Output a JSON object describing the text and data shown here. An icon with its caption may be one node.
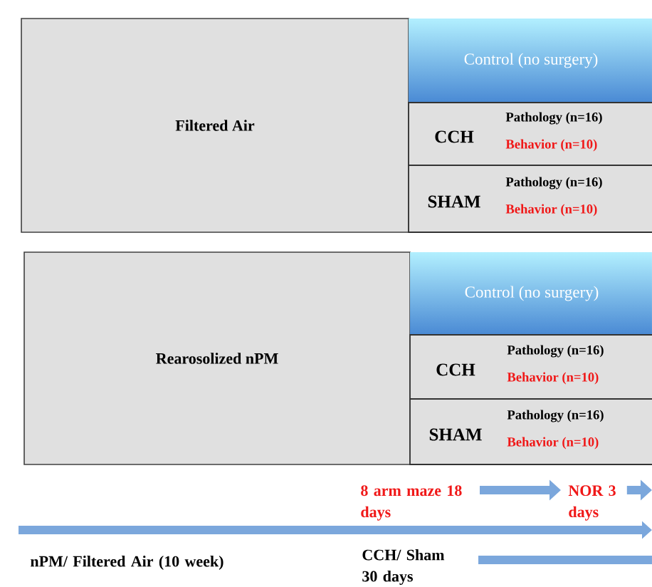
{
  "diagram": {
    "nodes": [
      {
        "text": [
          "Filtered Air"
        ]
      },
      {
        "text": [
          "Control (no surgery)"
        ]
      },
      {
        "text": [
          "CCH",
          "Pathology (n=16)",
          "Behavior (n=10)"
        ]
      },
      {
        "text": [
          "SHAM",
          "Pathology (n=16)",
          "Behavior (n=10)"
        ]
      },
      {
        "text": [
          "Rearosolized nPM"
        ]
      },
      {
        "text": [
          "Control (no surgery)"
        ]
      },
      {
        "text": [
          "CCH",
          "Pathology (n=16)",
          "Behavior (n=10)"
        ]
      },
      {
        "text": [
          "SHAM",
          "Pathology (n=16)",
          "Behavior (n=10)"
        ]
      },
      {
        "text": [
          "8 arm maze 18 days"
        ]
      },
      {
        "text": [
          "NOR 3 days"
        ]
      }
    ],
    "edges": [
      {
        "from": 8,
        "to": 9,
        "arrow": "to"
      },
      {
        "from": 9,
        "to": null,
        "arrow": "to"
      }
    ],
    "labels": [
      "nPM/ Filtered Air (10 week)",
      "CCH/ Sham 30 days"
    ]
  }
}
